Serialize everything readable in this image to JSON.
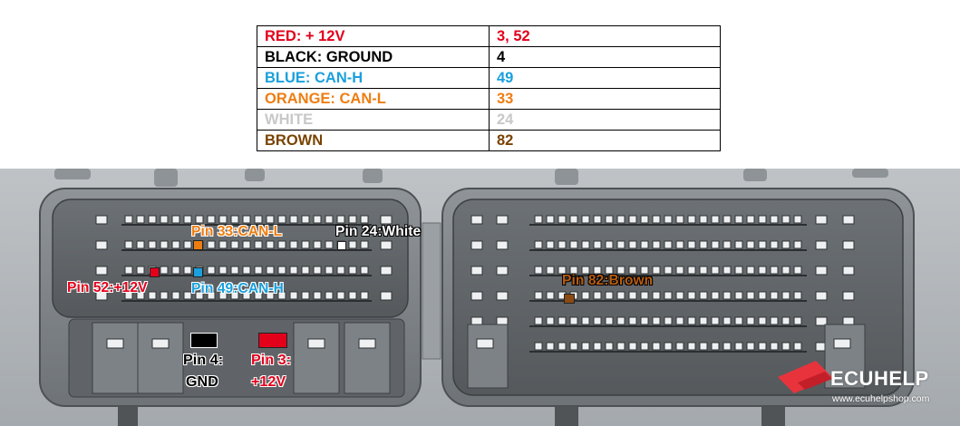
{
  "pin_table": [
    {
      "label": "RED: + 12V",
      "pins": "3, 52",
      "color": "#e3001b"
    },
    {
      "label": "BLACK: GROUND",
      "pins": "4",
      "color": "#000000"
    },
    {
      "label": "BLUE: CAN-H",
      "pins": "49",
      "color": "#1aa0dc"
    },
    {
      "label": "ORANGE: CAN-L",
      "pins": "33",
      "color": "#ee7d11"
    },
    {
      "label": "WHITE",
      "pins": "24",
      "color": "#c8c8c8"
    },
    {
      "label": "BROWN",
      "pins": "82",
      "color": "#7a4300"
    }
  ],
  "callouts": {
    "pin33": {
      "text": "Pin 33:CAN-L",
      "color": "#ee7d11"
    },
    "pin24": {
      "text": "Pin 24:White",
      "color": "#ffffff"
    },
    "pin52": {
      "text": "Pin 52:+12V",
      "color": "#e3001b"
    },
    "pin49": {
      "text": "Pin 49:CAN-H",
      "color": "#1aa0dc"
    },
    "pin82": {
      "text": "Pin 82:Brown",
      "color": "#b85c10"
    },
    "pin4_line1": "Pin 4:",
    "pin4_line2": "GND",
    "pin3_line1": "Pin 3:",
    "pin3_line2": "+12V"
  },
  "brand": {
    "name": "ECUHELP",
    "url": "www.ecuhelpshop.com",
    "color": "#e8333c"
  }
}
